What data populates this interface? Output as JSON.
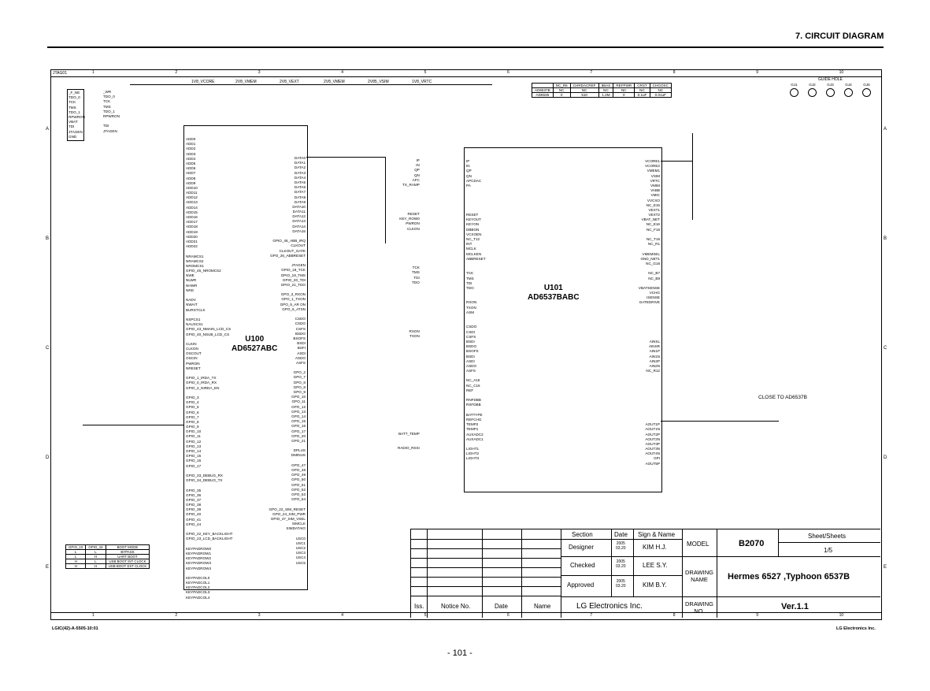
{
  "header": {
    "title": "7. CIRCUIT DIAGRAM"
  },
  "zones": {
    "cols": [
      "1",
      "2",
      "3",
      "4",
      "5",
      "6",
      "7",
      "8",
      "9",
      "10"
    ],
    "rows": [
      "A",
      "B",
      "C",
      "D",
      "E"
    ]
  },
  "u100": {
    "ref": "U100",
    "part": "AD6527ABC",
    "left_pins": [
      "ADD0",
      "ADD1",
      "ADD2",
      "ADD3",
      "ADD4",
      "ADD5",
      "ADD6",
      "ADD7",
      "ADD8",
      "ADD9",
      "ADD10",
      "ADD11",
      "ADD12",
      "ADD13",
      "ADD14",
      "ADD15",
      "ADD16",
      "ADD17",
      "ADD18",
      "ADD19",
      "ADD20",
      "ADD21",
      "ADD22",
      "",
      "NRAMCS1",
      "NRAMCS2",
      "NROMCS1",
      "GPIO_45_NROMCS2",
      "NWE",
      "NLWR",
      "NHWR",
      "NRD",
      "",
      "NADV",
      "NWAIT",
      "BURSTCLK",
      "",
      "NSPCS1",
      "NAUXCS1",
      "GPIO_43_NMAIN_LCD_CS",
      "GPIO_40_NSUB_LCD_CS",
      "",
      "CLKIN",
      "CLKON",
      "OSCOUT",
      "OSCIN",
      "PWRON",
      "NRESET",
      "",
      "GPIO_1_IRDA_TX",
      "GPIO_0_IRDA_RX",
      "GPIO_2_NIRDA_EN",
      "",
      "GPIO_3",
      "GPIO_4",
      "GPIO_5",
      "GPIO_6",
      "GPIO_7",
      "GPIO_8",
      "GPIO_9",
      "GPIO_10",
      "GPIO_11",
      "GPIO_12",
      "GPIO_13",
      "GPIO_14",
      "GPIO_15",
      "GPIO_16",
      "GPIO_17",
      "",
      "GPIO_33_DEBUG_RX",
      "GPIO_34_DEBUG_TX",
      "",
      "GPIO_35",
      "GPIO_36",
      "GPIO_37",
      "GPIO_38",
      "GPIO_39",
      "GPIO_40",
      "GPIO_41",
      "GPIO_44",
      "",
      "GPIO_22_KEY_BACKLIGHT",
      "GPIO_23_LCD_BACKLIGHT",
      "",
      "KEYPADROW0",
      "KEYPADROW1",
      "KEYPADROW2",
      "KEYPADROW3",
      "KEYPADROW4",
      "",
      "KEYPADCOL0",
      "KEYPADCOL1",
      "KEYPADCOL2",
      "KEYPADCOL3",
      "KEYPADCOL4"
    ],
    "right_pins": [
      "DATA0",
      "DATA1",
      "DATA2",
      "DATA3",
      "DATA4",
      "DATA5",
      "DATA6",
      "DATA7",
      "DATA8",
      "DATA9",
      "DATA10",
      "DATA11",
      "DATA12",
      "DATA13",
      "DATA14",
      "DATA15",
      "",
      "GPIO_46_ABB_IRQ",
      "CLKOUT",
      "CLKOUT_GATE",
      "GPO_26_ABBRESET",
      "",
      "JTAGEN",
      "GPIO_18_TCK",
      "GPIO_19_TMS",
      "GPIO_20_TDI",
      "GPIO_21_TDO",
      "",
      "GPO_3_RXON",
      "GPO_1_TXON",
      "GPO_5_AR ON",
      "GPO_6_ATSN",
      "",
      "CSDO",
      "CSDO",
      "CSFS",
      "BSDO",
      "BSOFS",
      "BSDI",
      "BSFI",
      "ASDI",
      "ASDO",
      "ASFS",
      "",
      "GPO_2",
      "GPO_7",
      "GPO_8",
      "GPO_8",
      "GPO_9",
      "GPO_10",
      "GPO_11",
      "GPO_12",
      "GPO_13",
      "GPO_14",
      "GPO_15",
      "GPO_16",
      "GPO_17",
      "GPO_20",
      "GPO_21",
      "",
      "DPLUS",
      "DMINUS",
      "",
      "GPO_47",
      "GPO_48",
      "GPO_49",
      "GPO_50",
      "GPO_51",
      "GPO_52",
      "GPO_53",
      "GPO_54",
      "",
      "GPO_22_SIM_RESET",
      "GPO_24_SIM_PWR",
      "GPIO_47_SIM_VSEL",
      "SIMCLK",
      "SIMDATAIO",
      "",
      "USC0",
      "USC1",
      "USC2",
      "USC3",
      "USC4",
      "USC5"
    ]
  },
  "u101": {
    "ref": "U101",
    "part": "AD6537BABC",
    "left_pins": [
      "IP",
      "IN",
      "QP",
      "QN",
      "AFC",
      "TX_RAMP",
      "",
      "",
      "",
      "",
      "",
      "RESET",
      "KEY_ROW0",
      "PWRON",
      "CLKON",
      "",
      "",
      "",
      "",
      "",
      "",
      "",
      "TCK",
      "TMS",
      "TDI",
      "TDO",
      "",
      "",
      "",
      "",
      "",
      "",
      "",
      "",
      "",
      "RXON",
      "TXON",
      "",
      "",
      "",
      "",
      "",
      "",
      "",
      "",
      "",
      "",
      "",
      "",
      "",
      "",
      "",
      "",
      "",
      "",
      "",
      "BATT_TEMP",
      "",
      "",
      "RADIO_RSSI"
    ],
    "right_pins": [
      "IP",
      "IN",
      "QP",
      "QN",
      "APCDAC",
      "PA",
      "",
      "",
      "",
      "",
      "",
      "RESET",
      "KEYOUT",
      "KEYON",
      "DBBON",
      "VCXOEN",
      "NC_T12",
      "INT",
      "MCLK",
      "MCLKEN",
      "ABBRESET",
      "",
      "",
      "TCK",
      "TMS",
      "TDI",
      "TDO",
      "",
      "",
      "RXON",
      "TXON",
      "ASM",
      "",
      "",
      "CSDO",
      "CSDI",
      "CSFS",
      "BSDI",
      "BSDO",
      "BSOFS",
      "BSDI",
      "ASDI",
      "ASDO",
      "ASFS",
      "",
      "NC_A16",
      "NC_C16",
      "REF",
      "",
      "RNFDBB",
      "RSFDBB",
      "",
      "BATTYPE",
      "REFCHG",
      "TEMP2",
      "TEMP1",
      "AUXADC2",
      "AUXADC1",
      "",
      "LIGHT1",
      "LIGHT2",
      "LIGHT3"
    ],
    "right2_pins": [
      "VCORE1",
      "VCORE2",
      "VMEM1",
      "VSIM",
      "VRTC",
      "VMIM",
      "VABB",
      "VMIC",
      "VVCXO",
      "NC_E15",
      "VEXT1",
      "VEXT2",
      "VBAT_NET",
      "NC_E16",
      "NC_F16",
      "",
      "NC_T16",
      "NC_R1",
      "",
      "VMEMSEL",
      "GND_NET1",
      "NC_G16",
      "",
      "NC_B7",
      "NC_B9",
      "",
      "VBATSENSE",
      "VCHG",
      "ISENSE",
      "GATEDRIVE",
      "",
      "",
      "",
      "",
      "",
      "",
      "",
      "AINSL",
      "AINSR",
      "AIN1P",
      "AIN1N",
      "AIN2P",
      "AIN2N",
      "NC_R12",
      "",
      "",
      "",
      "",
      "",
      "",
      "",
      "",
      "",
      "",
      "AOUT1P",
      "AOUT1N",
      "AOUT2P",
      "AOUT2N",
      "AOUT3P",
      "AOUT3N",
      "AOUT4N",
      "GPI",
      "AOUT5P"
    ]
  },
  "rails": [
    "1V8_VCORE",
    "2V8_VMEM",
    "2V8_VEXT",
    "2V8_VMEM",
    "2V85_VSIM",
    "1V8_VRTC"
  ],
  "guide_hole": {
    "title": "GUIDE HOLE",
    "items": [
      "GJ1",
      "GJ2",
      "GJ3",
      "GJ4",
      "GJ5"
    ]
  },
  "option_table": {
    "headers": [
      "",
      "NC_R6",
      "CHRDACREF",
      "IBIAS",
      "REFPWR",
      "CRST",
      "CHGOSC"
    ],
    "rows": [
      [
        "AD6537B",
        "NC",
        "NC",
        "NC",
        "NC",
        "NC",
        "NC"
      ],
      [
        "AD6535",
        "0",
        "510",
        "1.2M",
        "0",
        "0.1uF",
        "0.01uF"
      ]
    ]
  },
  "jtag": {
    "title": "JTAG01",
    "pins": [
      "_F_NE",
      "TDO_0",
      "TCK",
      "TMS",
      "TDO_1",
      "RPWRON",
      "VBAT",
      "TDI",
      "JTAGEN",
      "GND"
    ],
    "nets": [
      "_WR",
      "TDO_0",
      "TCK",
      "TMS",
      "TDO_1",
      "RPWRON",
      "",
      "TDI",
      "JTAGEN",
      ""
    ]
  },
  "boot_table": {
    "headers": [
      "GPIO_10",
      "GPIO_15",
      "BOOT MODE"
    ],
    "rows": [
      [
        "L",
        "L",
        "BYPASS"
      ],
      [
        "L",
        "H",
        "UART BOOT"
      ],
      [
        "H",
        "L",
        "USB BOOT INT CLOCK"
      ],
      [
        "H",
        "H",
        "USB BOOT EXT CLOCK"
      ]
    ]
  },
  "notes": {
    "close_to": "CLOSE TO AD6537B"
  },
  "title_block": {
    "section": "Section",
    "date": "Date",
    "sign_name": "Sign & Name",
    "designer": "Designer",
    "designer_date": "2005\n03.20",
    "designer_name": "KIM H.J.",
    "checked": "Checked",
    "checked_date": "2005\n03.20",
    "checked_name": "LEE S.Y.",
    "approved": "Approved",
    "approved_date": "2005\n03.20",
    "approved_name": "KIM B.Y.",
    "model_label": "MODEL",
    "model": "B2070",
    "sheet_label": "Sheet/Sheets",
    "sheet": "1/5",
    "drawing_name_label": "DRAWING\nNAME",
    "drawing_name": "Hermes 6527 ,Typhoon 6537B",
    "drawing_no_label": "DRAWING\nNO.",
    "drawing_no": "Ver.1.1",
    "iss": "Iss.",
    "notice": "Notice No.",
    "date2": "Date",
    "name": "Name",
    "company": "LG Electronics Inc."
  },
  "footer": {
    "left": "LGIC(42)-A-5505-10:01",
    "right": "LG Electronics Inc.",
    "page": "- 101 -"
  }
}
